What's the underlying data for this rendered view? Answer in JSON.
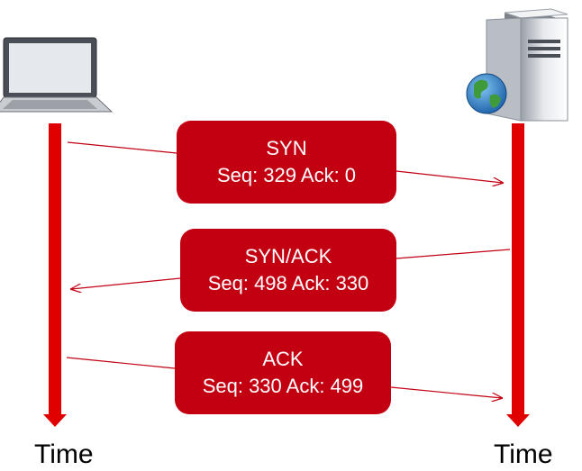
{
  "diagram": {
    "messages": [
      {
        "type": "SYN",
        "seq_ack": "Seq: 329 Ack: 0"
      },
      {
        "type": "SYN/ACK",
        "seq_ack": "Seq: 498 Ack: 330"
      },
      {
        "type": "ACK",
        "seq_ack": "Seq: 330 Ack: 499"
      }
    ],
    "client_time_label": "Time",
    "server_time_label": "Time",
    "colors": {
      "timeline": "#e00000",
      "box": "#c30012",
      "arrow": "#c30012"
    },
    "icons": {
      "client": "laptop-icon",
      "server": "server-with-globe-icon"
    }
  }
}
